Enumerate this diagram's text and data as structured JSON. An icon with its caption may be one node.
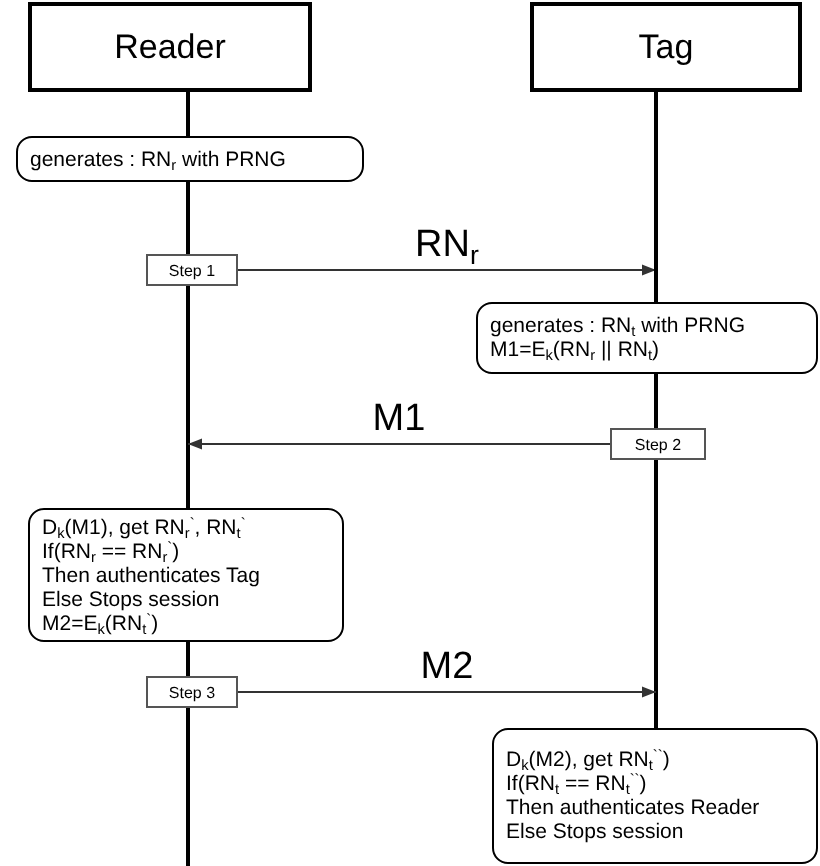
{
  "diagram": {
    "nodes": [
      {
        "text": [
          "Reader"
        ]
      },
      {
        "text": [
          "Tag"
        ]
      },
      {
        "text": [
          "generates : RN$_{r}$  with PRNG"
        ]
      },
      {
        "text": [
          "Step 1"
        ]
      },
      {
        "text": [
          "generates : RN$_{t}$  with PRNG",
          "M1=E$_{k}$(RN$_{r}$ || RN$_{t}$)"
        ]
      },
      {
        "text": [
          "Step 2"
        ]
      },
      {
        "text": [
          "D$_{k}$(M1), get RN$_{r}$$^{`}$, RN$_{t}$$^{`}$",
          "If(RN$_{r}$ == RN$_{r}$$^{`}$)",
          "Then authenticates Tag",
          "Else Stops session",
          "M2=E$_{k}$(RN$_{t}$$^{`}$)"
        ]
      },
      {
        "text": [
          "Step 3"
        ]
      },
      {
        "text": [
          "D$_{k}$(M2), get RN$_{t}$$^{``}$)",
          "If(RN$_{t}$ == RN$_{t}$$^{``}$)",
          "Then authenticates Reader",
          "Else Stops session"
        ]
      }
    ],
    "edges": [
      {
        "from": 0,
        "to": 2,
        "arrow": "none"
      },
      {
        "from": 2,
        "to": 3,
        "arrow": "none"
      },
      {
        "from": 3,
        "to": 4,
        "arrow": "to",
        "label": "RN$_{r}$"
      },
      {
        "from": 3,
        "to": 6,
        "arrow": "none"
      },
      {
        "from": 6,
        "to": 7,
        "arrow": "none"
      },
      {
        "from": 7,
        "to": null,
        "arrow": "none"
      },
      {
        "from": 1,
        "to": 4,
        "arrow": "none"
      },
      {
        "from": 4,
        "to": 5,
        "arrow": "none"
      },
      {
        "from": 5,
        "to": null,
        "arrow": "to",
        "label": "M1"
      },
      {
        "from": 5,
        "to": 8,
        "arrow": "none"
      },
      {
        "from": 7,
        "to": 8,
        "arrow": "to",
        "label": "M2"
      }
    ]
  }
}
